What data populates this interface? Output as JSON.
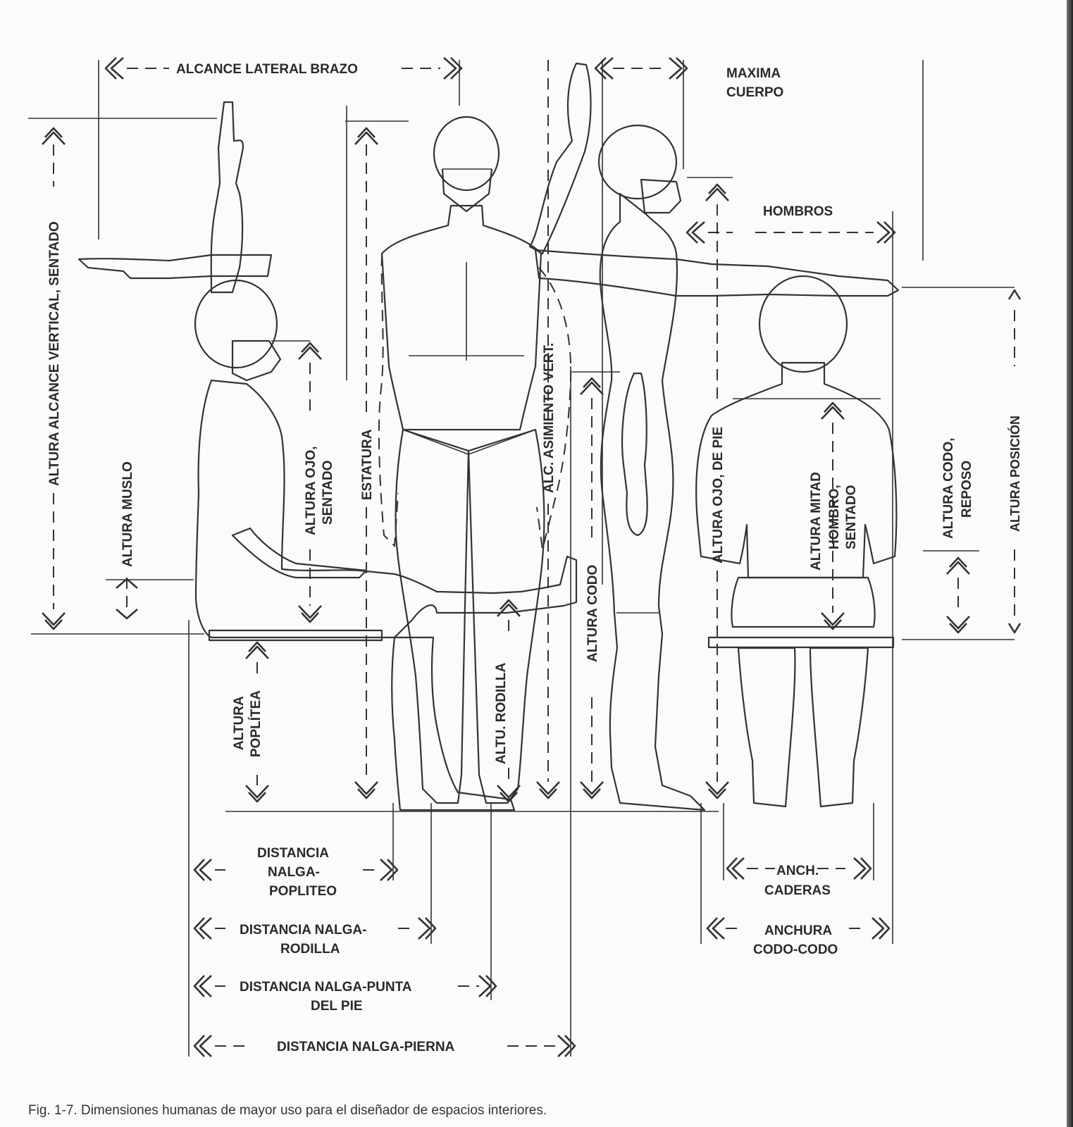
{
  "labels": {
    "alcance_lateral_brazo": "ALCANCE LATERAL BRAZO",
    "maxima": "MAXIMA",
    "cuerpo": "CUERPO",
    "hombros": "HOMBROS",
    "altura_alcance_vertical_sentado": "ALTURA ALCANCE VERTICAL, SENTADO",
    "altura_muslo": "ALTURA MUSLO",
    "altura_ojo": "ALTURA OJO,",
    "sentado_ojo": "SENTADO",
    "estatura": "ESTATURA",
    "alc_asimiento_vert": "ALC. ASIMIENTO VERT.",
    "altura_codo": "ALTURA CODO",
    "altura_ojo_de_pie": "ALTURA OJO, DE PIE",
    "altura_mitad": "ALTURA MITAD",
    "hombro": "HOMBRO,",
    "sentado_hombro": "SENTADO",
    "altura_codo_reposo_1": "ALTURA CODO,",
    "altura_codo_reposo_2": "REPOSO",
    "altura_posicion": "ALTURA POSICIÓN",
    "altura_poplitea_1": "ALTURA",
    "altura_poplitea_2": "POPLÍTEA",
    "altu_rodilla": "ALTU. RODILLA",
    "dist_nalga_popliteo_1": "DISTANCIA",
    "dist_nalga_popliteo_2": "NALGA-",
    "dist_nalga_popliteo_3": "POPLITEO",
    "dist_nalga_rodilla_1": "DISTANCIA NALGA-",
    "dist_nalga_rodilla_2": "RODILLA",
    "dist_nalga_punta_1": "DISTANCIA NALGA-PUNTA",
    "dist_nalga_punta_2": "DEL PIE",
    "dist_nalga_pierna": "DISTANCIA NALGA-PIERNA",
    "anch_caderas_1": "ANCH.",
    "anch_caderas_2": "CADERAS",
    "anchura_codo_1": "ANCHURA",
    "anchura_codo_2": "CODO-CODO"
  },
  "caption": "Fig. 1-7.  Dimensiones humanas de mayor uso para el diseñador de espacios interiores.",
  "colors": {
    "seated_figure": "#8a736f",
    "back_figure": "#c9c5c3",
    "standing_figure": "#ffffff",
    "line": "#333333"
  }
}
